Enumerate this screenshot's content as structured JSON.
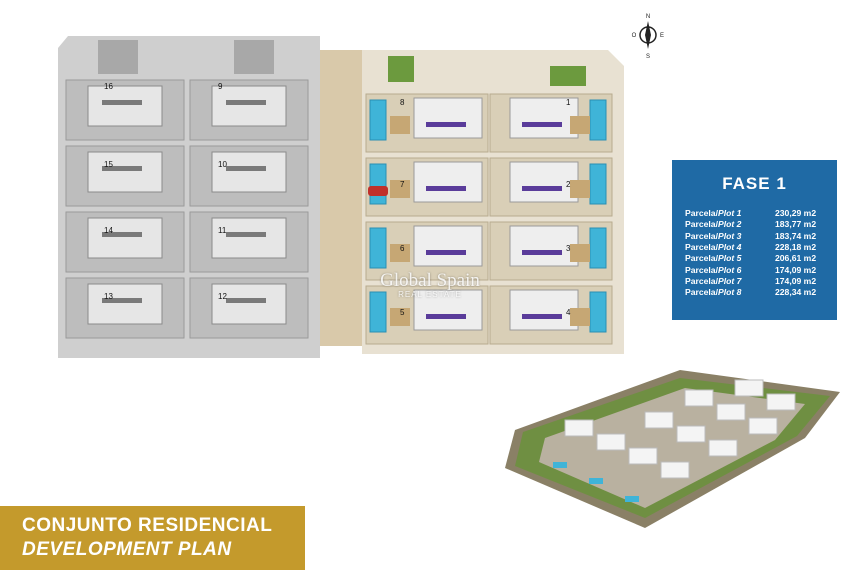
{
  "compass": {
    "n": "N",
    "s": "S",
    "e": "E",
    "o": "O"
  },
  "fase": {
    "title": "FASE 1",
    "plots": [
      {
        "label": "Parcela/",
        "label_en": "Plot 1",
        "area": "230,29 m2"
      },
      {
        "label": "Parcela/",
        "label_en": "Plot 2",
        "area": "183,77 m2"
      },
      {
        "label": "Parcela/",
        "label_en": "Plot 3",
        "area": "183,74 m2"
      },
      {
        "label": "Parcela/",
        "label_en": "Plot 4",
        "area": "228,18 m2"
      },
      {
        "label": "Parcela/",
        "label_en": "Plot 5",
        "area": "206,61 m2"
      },
      {
        "label": "Parcela/",
        "label_en": "Plot 6",
        "area": "174,09 m2"
      },
      {
        "label": "Parcela/",
        "label_en": "Plot 7",
        "area": "174,09 m2"
      },
      {
        "label": "Parcela/",
        "label_en": "Plot 8",
        "area": "228,34 m2"
      }
    ]
  },
  "plan": {
    "grey_plot_numbers": [
      "16",
      "9",
      "15",
      "10",
      "14",
      "11",
      "13",
      "12"
    ],
    "color_plot_numbers": [
      "8",
      "1",
      "7",
      "2",
      "6",
      "3",
      "5",
      "4"
    ]
  },
  "watermark": {
    "main": "Global Spain",
    "sub": "REAL ESTATE"
  },
  "title": {
    "line1": "CONJUNTO RESIDENCIAL",
    "line2": "DEVELOPMENT PLAN"
  },
  "colors": {
    "fase_box": "#1f6aa5",
    "title_bar": "#c49a2c",
    "pool": "#3fb4d8",
    "grass": "#6c9a3e"
  }
}
